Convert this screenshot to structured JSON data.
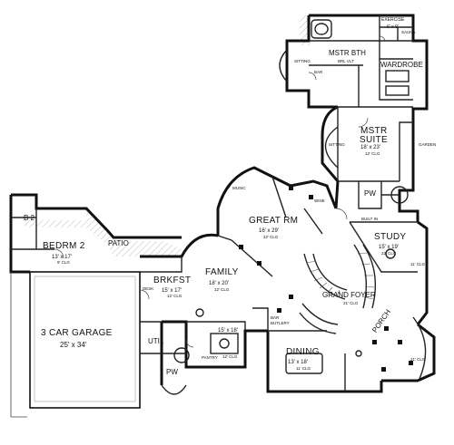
{
  "rooms": {
    "exercise": {
      "name": "EXERCISE",
      "dim": "6' x 9'"
    },
    "sauna": {
      "name": "SAUNA"
    },
    "master_bath": {
      "name": "MSTR BTH",
      "note": "BRL VLT"
    },
    "sitting_bath": {
      "name": "SITTING"
    },
    "bar_bath": {
      "name": "BAR"
    },
    "wardrobe": {
      "name": "WARDROBE"
    },
    "master_suite": {
      "name_line1": "MSTR",
      "name_line2": "SUITE",
      "dim": "18' x 23'",
      "ceiling": "12' CLG"
    },
    "sitting_suite": {
      "name": "SITTING"
    },
    "garden": {
      "name": "GARDEN"
    },
    "music": {
      "name": "MUSIC"
    },
    "great_room": {
      "name": "GREAT RM",
      "dim": "16' x 29'",
      "ceiling": "22' CLG"
    },
    "wine": {
      "name": "WINE"
    },
    "powder_upper": {
      "name": "PW"
    },
    "built_in": {
      "name": "BUILT IN"
    },
    "study": {
      "name": "STUDY",
      "dim": "15' x 19'",
      "ceiling": "22' CLG",
      "side_ceiling": "11' CLG"
    },
    "bedroom2": {
      "name": "BEDRM 2",
      "dim": "13' x 17'",
      "ceiling": "9' CLG",
      "bath": "B 2"
    },
    "patio": {
      "name": "PATIO"
    },
    "breakfast": {
      "name": "BRKFST",
      "dim": "15' x 17'",
      "ceiling": "12' CLG"
    },
    "family": {
      "name": "FAMILY",
      "dim": "18' x 20'",
      "ceiling": "12' CLG"
    },
    "desk": {
      "name": "DESK"
    },
    "grand_foyer": {
      "name": "GRAND FOYER",
      "ceiling": "21' CLG"
    },
    "bar_butlery": {
      "name_line1": "BAR",
      "name_line2": "BUTLERY"
    },
    "kitchen": {
      "dim": "15' x 18'",
      "ceiling": "12' CLG"
    },
    "pantry": {
      "name": "PANTRY"
    },
    "utility": {
      "name": "UTIL"
    },
    "powder_lower": {
      "name": "PW"
    },
    "dining": {
      "name": "DINING",
      "dim": "13' x 18'",
      "ceiling": "11' CLG"
    },
    "porch": {
      "name": "PORCH",
      "ceiling": "21' CLG"
    },
    "garage": {
      "name": "3 CAR GARAGE",
      "dim": "25' x 34'"
    }
  },
  "colors": {
    "wall": "#111111",
    "line": "#333333",
    "hatch": "#bbbbbb",
    "background": "#ffffff"
  }
}
